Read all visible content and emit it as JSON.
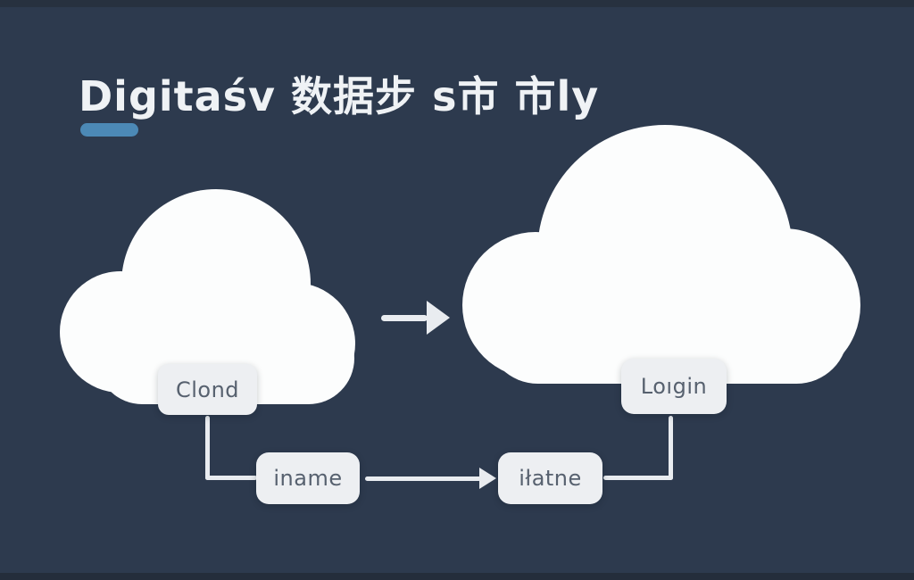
{
  "page": {
    "title": "Digitaśv 数据步 s市 市ly"
  },
  "colors": {
    "background": "#2d3a4e",
    "accent_underline": "#4c89b6",
    "cloud": "#fcfdfd",
    "node_background": "#edeff2",
    "node_text": "#57616f",
    "connector": "#e9ecf0",
    "title_text": "#eff2f5"
  },
  "diagram": {
    "clouds": [
      {
        "id": "cloud-left",
        "label": "Clond"
      },
      {
        "id": "cloud-right",
        "label": "Loıgin"
      }
    ],
    "nodes": [
      {
        "id": "node-iname",
        "label": "iname"
      },
      {
        "id": "node-ilatne",
        "label": "iłatne"
      }
    ],
    "connectors": [
      {
        "from": "Clond",
        "to": "iname",
        "type": "elbow-down-right"
      },
      {
        "from": "iname",
        "to": "iłatne",
        "type": "arrow-right"
      },
      {
        "from": "Loıgin",
        "to": "iłatne",
        "type": "elbow-down-left"
      },
      {
        "from": "cloud-left",
        "to": "cloud-right",
        "type": "arrow-right-large"
      }
    ]
  }
}
